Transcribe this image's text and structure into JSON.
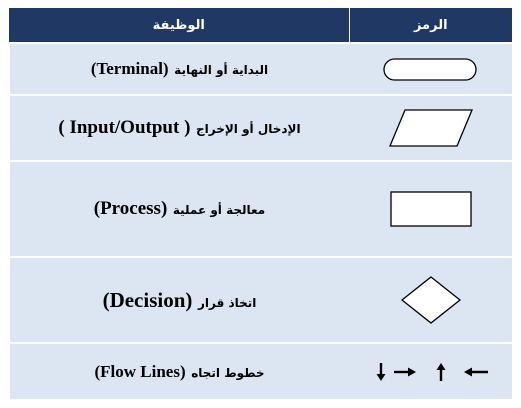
{
  "header": {
    "symbol_col": "الرمز",
    "function_col": "الوظيفة"
  },
  "rows": [
    {
      "symbol": "terminal-shape",
      "ar": "البداية أو النهاية",
      "en": "(Terminal)"
    },
    {
      "symbol": "parallelogram-shape",
      "ar": "الإدخال أو الإخراج",
      "en": "( Input/Output )"
    },
    {
      "symbol": "rectangle-shape",
      "ar": "معالجة أو عملية",
      "en": "(Process)"
    },
    {
      "symbol": "diamond-shape",
      "ar": "اتخاذ قرار",
      "en": "(Decision)"
    },
    {
      "symbol": "flow-arrows",
      "ar": "خطوط اتجاه",
      "en": "(Flow Lines)"
    }
  ],
  "colors": {
    "header_bg": "#1f3864",
    "row_bg": "#dce6f2"
  }
}
